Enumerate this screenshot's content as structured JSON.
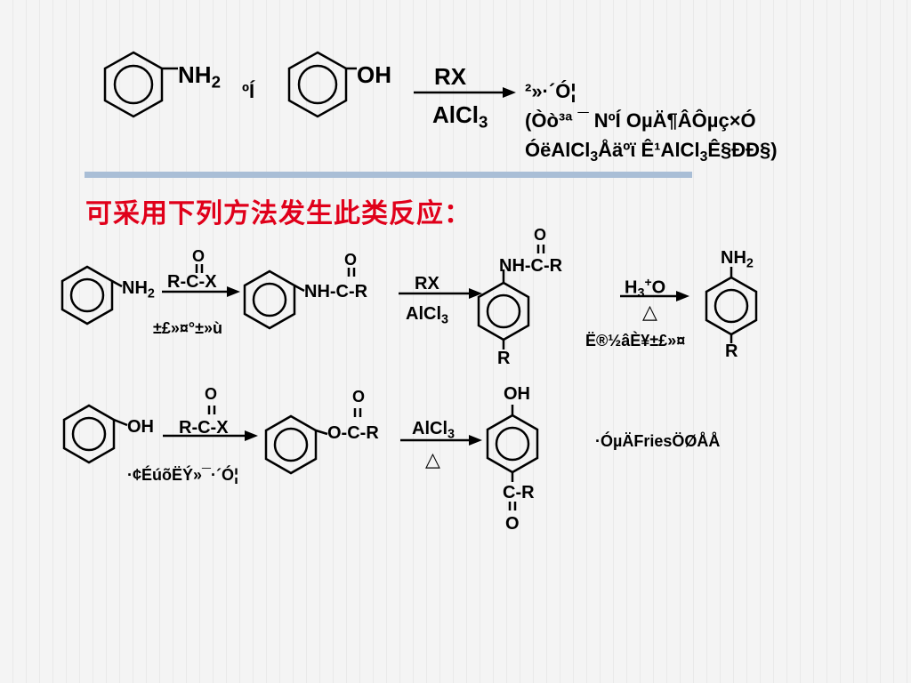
{
  "top_reaction": {
    "amine_group": "NH",
    "amine_sub": "2",
    "connector": "ºÍ",
    "hydroxyl_group": "OH",
    "reagent_above": "RX",
    "reagent_below_main": "AlCl",
    "reagent_below_sub": "3",
    "result_line1": "²»·´Ó¦",
    "result_line2": "(Òò³ª ¯ NºÍ OµÄ¶ÂÔµç×Ó",
    "result_line3_a": "ÓëAlCl",
    "result_line3_sub1": "3",
    "result_line3_b": "Åäºϊ Ê¹AlCl",
    "result_line3_sub2": "3",
    "result_line3_c": "Ê§ÐÐ§)"
  },
  "title": "可采用下列方法发生此类反应：",
  "amine_route": {
    "start_group": "NH",
    "start_sub": "2",
    "reagent1_o": "O",
    "reagent1_formula": "R-C-X",
    "reagent1_note": "±£»¤°±»ù",
    "amide_o": "O",
    "amide_group": "NH-C-R",
    "reagent2_above": "RX",
    "reagent2_below_main": "AlCl",
    "reagent2_below_sub": "3",
    "product_o": "O",
    "product_top": "NH-C-R",
    "product_bottom": "R",
    "hydrolysis_main": "H",
    "hydrolysis_sub": "3",
    "hydrolysis_sup": "+",
    "hydrolysis_o": "O",
    "hydrolysis_delta": "△",
    "hydrolysis_note": "Ë®½âÈ¥±£»¤",
    "final_top_main": "NH",
    "final_top_sub": "2",
    "final_bottom": "R"
  },
  "phenol_route": {
    "start_group": "OH",
    "reagent1_o": "O",
    "reagent1_formula": "R-C-X",
    "reagent1_note": "·¢ÉúõËÝ»¯·´Ó¦",
    "ester_o": "O",
    "ester_group": "O-C-R",
    "reagent2_main": "AlCl",
    "reagent2_sub": "3",
    "reagent2_delta": "△",
    "product_top": "OH",
    "product_bottom": "C-R",
    "product_bottom_o": "O",
    "note": "·ÓµÄFriesÖØÅÅ"
  }
}
